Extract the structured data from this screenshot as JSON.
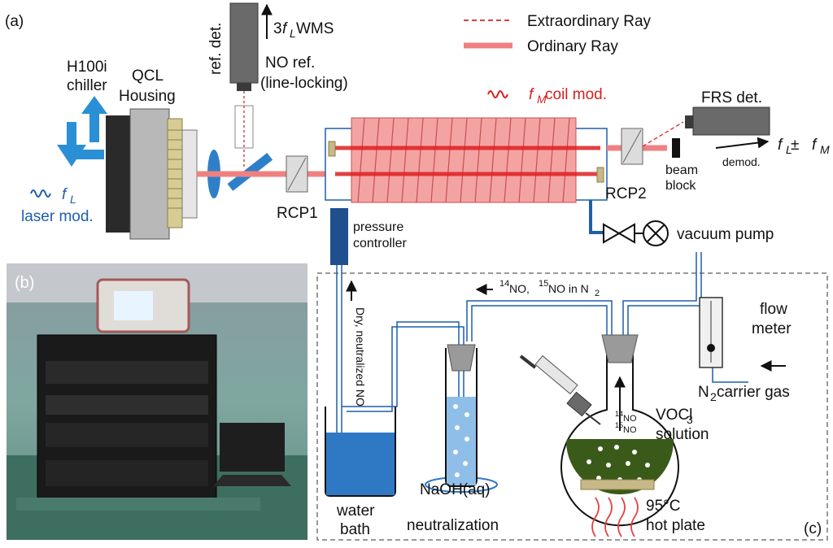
{
  "panels": {
    "a": "(a)",
    "b": "(b)",
    "c": "(c)"
  },
  "legend": {
    "extraordinary": "Extraordinary Ray",
    "ordinary": "Ordinary Ray"
  },
  "labels": {
    "chiller_line1": "H100i",
    "chiller_line2": "chiller",
    "qcl_line1": "QCL",
    "qcl_line2": "Housing",
    "laser_mod_freq": "f",
    "laser_mod_sub": "L",
    "laser_mod_text": "laser mod.",
    "ref_det": "ref. det.",
    "wms_prefix": "3",
    "wms_f": "f",
    "wms_sub": "L",
    "wms_suffix": " WMS",
    "no_ref_line1": "NO ref.",
    "no_ref_line2": "(line-locking)",
    "rcp1": "RCP1",
    "rcp2": "RCP2",
    "coil_f": "f",
    "coil_sub": "M",
    "coil_text": " coil mod.",
    "frs_det": "FRS det.",
    "fl_pm_fm_a": "f",
    "fl_pm_fm_b": "L",
    "fl_pm_fm_c": " ± ",
    "fl_pm_fm_d": "f",
    "fl_pm_fm_e": "M",
    "demod": "demod.",
    "beam_block_line1": "beam",
    "beam_block_line2": "block",
    "vacuum_pump": "vacuum pump",
    "pressure_line1": "pressure",
    "pressure_line2": "controller",
    "dry_no": "Dry, neutralized NO",
    "gas_flow_a": "14",
    "gas_flow_b": "NO, ",
    "gas_flow_c": "15",
    "gas_flow_d": "NO in N",
    "gas_flow_e": "2",
    "flow_meter_line1": "flow",
    "flow_meter_line2": "meter",
    "carrier_a": "N",
    "carrier_b": "2",
    "carrier_c": " carrier gas",
    "water_line1": "water",
    "water_line2": "bath",
    "naoh_line1": "NaOH(aq)",
    "naoh_line2": "neutralization",
    "flask_14": "14",
    "flask_14b": "NO",
    "flask_15": "15",
    "flask_15b": "NO",
    "voc_a": "VOCl",
    "voc_b": "3",
    "voc_line2": "solution",
    "hot_line1": "95°C",
    "hot_line2": "hot plate"
  },
  "colors": {
    "beam": "#f08080",
    "beam_dashed": "#e04040",
    "coil": "#f4a3a3",
    "blue_accent": "#1f5fa8",
    "solution": "#3a5a1a",
    "water": "#2f79c4",
    "naoh": "#8fbfe8",
    "heat": "#e84040"
  }
}
